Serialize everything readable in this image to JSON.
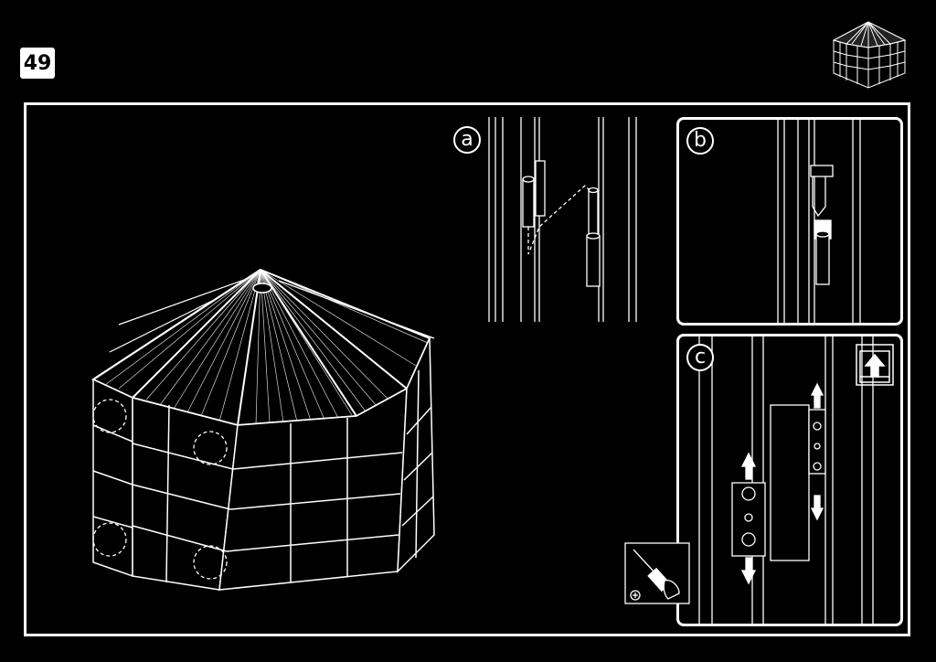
{
  "step": {
    "number": "49"
  },
  "panels": {
    "a": {
      "label": "a"
    },
    "b": {
      "label": "b"
    },
    "c": {
      "label": "c"
    }
  },
  "icons": {
    "thumbnail": "octagonal-gazebo-icon",
    "tool": "screwdriver-hand-icon",
    "orientation": "up-arrow-sign-icon"
  },
  "colors": {
    "background": "#000000",
    "line": "#ffffff"
  }
}
